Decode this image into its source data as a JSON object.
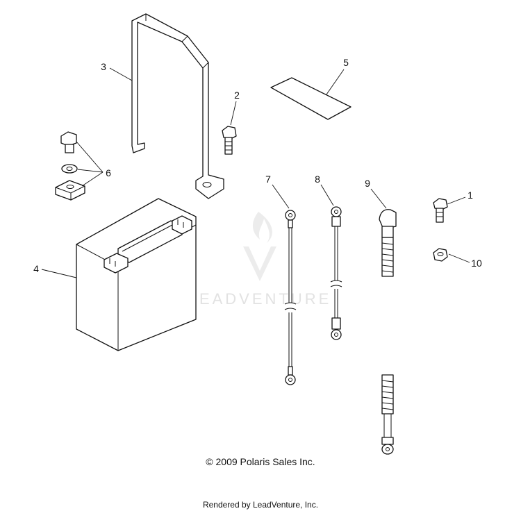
{
  "callouts": {
    "n1": "1",
    "n2": "2",
    "n3": "3",
    "n4": "4",
    "n5": "5",
    "n6": "6",
    "n7": "7",
    "n8": "8",
    "n9": "9",
    "n10": "10"
  },
  "watermark": "LEADVENTURE",
  "copyright": "© 2009 Polaris Sales Inc.",
  "rendered_by": "Rendered by LeadVenture, Inc."
}
